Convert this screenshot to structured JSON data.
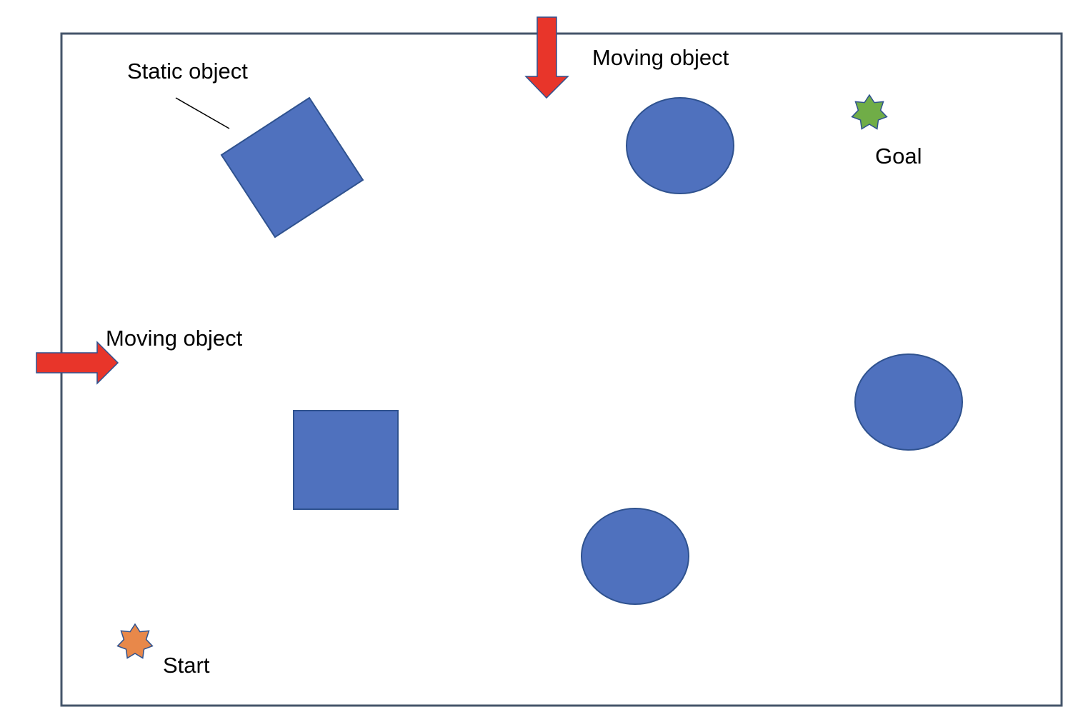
{
  "labels": {
    "static_object": "Static object",
    "moving_object_top": "Moving object",
    "moving_object_left": "Moving object",
    "goal": "Goal",
    "start": "Start"
  },
  "colors": {
    "border": "#44546A",
    "obstacle_fill": "#4F71BE",
    "obstacle_stroke": "#2F528F",
    "arrow_fill": "#E8352A",
    "arrow_stroke": "#2F528F",
    "goal_star": "#70AD47",
    "start_star": "#E8884A",
    "star_stroke": "#2F528F"
  },
  "icons": {
    "goal": "seven-point-star-icon",
    "start": "seven-point-star-icon",
    "moving_object": "arrow-icon"
  }
}
